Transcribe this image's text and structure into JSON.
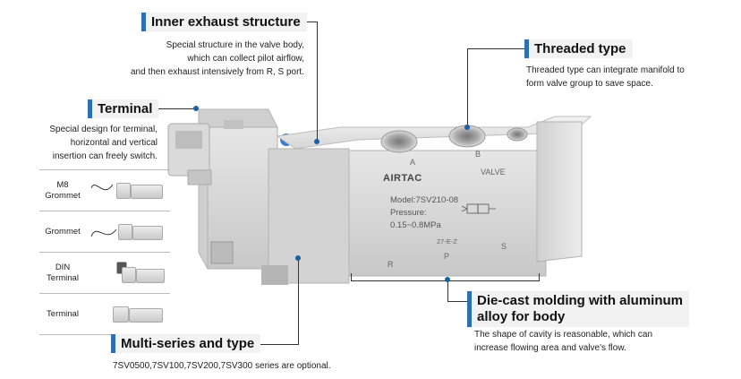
{
  "callouts": {
    "inner_exhaust": {
      "title": "Inner exhaust structure",
      "lines": [
        "Special structure in the valve body,",
        "which can collect pilot airflow,",
        "and then exhaust intensively from R, S port."
      ]
    },
    "threaded": {
      "title": "Threaded type",
      "lines": [
        "Threaded type can integrate manifold to",
        "form valve group to save space."
      ]
    },
    "terminal": {
      "title": "Terminal",
      "lines": [
        "Special design for terminal,",
        "horizontal and vertical",
        "insertion can freely switch."
      ]
    },
    "die_cast": {
      "title_line1": "Die-cast molding with aluminum",
      "title_line2": "alloy for body",
      "lines": [
        "The shape of cavity is reasonable, which can",
        "increase flowing area and valve's flow."
      ]
    },
    "multi_series": {
      "title": "Multi-series and type",
      "lines": [
        "7SV0500,7SV100,7SV200,7SV300 series are optional."
      ]
    }
  },
  "options": [
    {
      "label_line1": "M8",
      "label_line2": "Grommet"
    },
    {
      "label_line1": "Grommet",
      "label_line2": ""
    },
    {
      "label_line1": "DIN",
      "label_line2": "Terminal"
    },
    {
      "label_line1": "Terminal",
      "label_line2": ""
    }
  ],
  "valve_labels": {
    "brand": "AIRTAC",
    "valve_word": "VALVE",
    "model": "Model:7SV210-08",
    "pressure_label": "Pressure:",
    "pressure_value": "0.15~0.8MPa",
    "code": "27-E-Z",
    "port_a": "A",
    "port_b": "B",
    "port_r": "R",
    "port_p": "P",
    "port_s": "S"
  },
  "colors": {
    "accent": "#2d6fb5",
    "tag_bg": "#f2f2f2",
    "valve_body": "#d9d9d9"
  }
}
